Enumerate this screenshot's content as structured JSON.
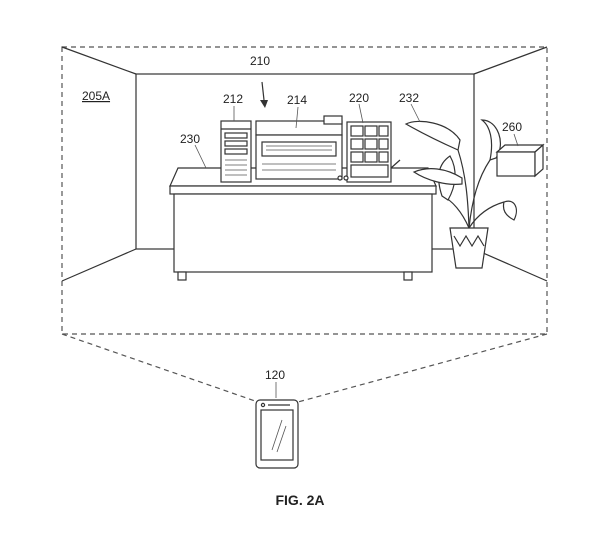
{
  "figure": {
    "caption": "FIG. 2A",
    "labels": {
      "room": "205A",
      "group": "210",
      "tower": "212",
      "printer": "214",
      "panel": "220",
      "desk": "230",
      "plant": "232",
      "box": "260",
      "phone": "120"
    }
  }
}
